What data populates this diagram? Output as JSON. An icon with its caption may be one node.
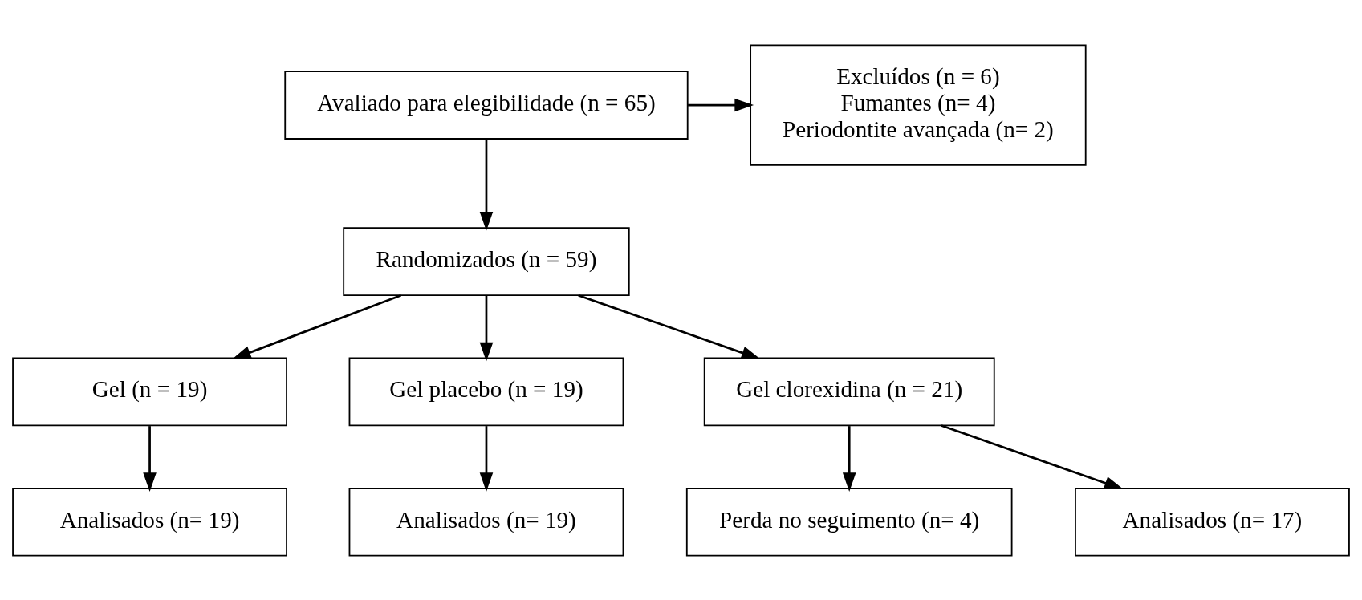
{
  "diagram": {
    "nodes": [
      {
        "text": [
          "Avaliado para elegibilidade (n = 65)"
        ]
      },
      {
        "text": [
          "Excluídos (n = 6)",
          "Fumantes (n= 4)",
          "Periodontite avançada (n= 2)"
        ]
      },
      {
        "text": [
          "Randomizados (n = 59)"
        ]
      },
      {
        "text": [
          "Gel (n = 19)"
        ]
      },
      {
        "text": [
          "Gel placebo (n = 19)"
        ]
      },
      {
        "text": [
          "Gel clorexidina (n = 21)"
        ]
      },
      {
        "text": [
          "Perda no seguimento (n= 4)"
        ]
      },
      {
        "text": [
          "Analisados (n= 19)"
        ]
      },
      {
        "text": [
          "Analisados (n= 19)"
        ]
      },
      {
        "text": [
          "Analisados (n= 17)"
        ]
      }
    ],
    "edges": [
      {
        "from": 0,
        "to": 2,
        "arrow": "to"
      },
      {
        "from": 0,
        "to": 1,
        "arrow": "to"
      },
      {
        "from": 2,
        "to": 3,
        "arrow": "to"
      },
      {
        "from": 2,
        "to": 4,
        "arrow": "to"
      },
      {
        "from": 2,
        "to": 5,
        "arrow": "to"
      },
      {
        "from": 3,
        "to": 7,
        "arrow": "to"
      },
      {
        "from": 4,
        "to": 8,
        "arrow": "to"
      },
      {
        "from": 5,
        "to": 9,
        "arrow": "to"
      },
      {
        "from": 5,
        "to": 6,
        "arrow": "to"
      }
    ]
  }
}
